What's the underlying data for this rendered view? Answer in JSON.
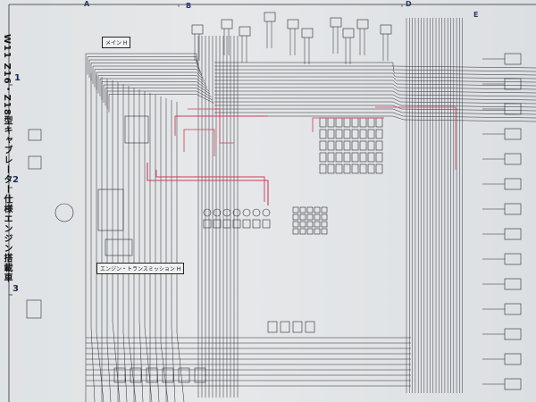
{
  "column_letters": [
    "A",
    "B",
    "D",
    "E"
  ],
  "row_numbers": [
    "1",
    "2",
    "3"
  ],
  "side_title_line1": "W11",
  "side_title_line2": "Z16・Z18型キャブレーター仕様エンジン搭載車",
  "section_labels": {
    "main_harness": "メイン H",
    "engine_transmission_harness": "エンジン・トランスミッション H"
  },
  "colors": {
    "paper": "#e3e5e7",
    "wire": "#2b2b33",
    "highlight_wire": "#d23a5a",
    "label_blue": "#2a3a6a"
  }
}
